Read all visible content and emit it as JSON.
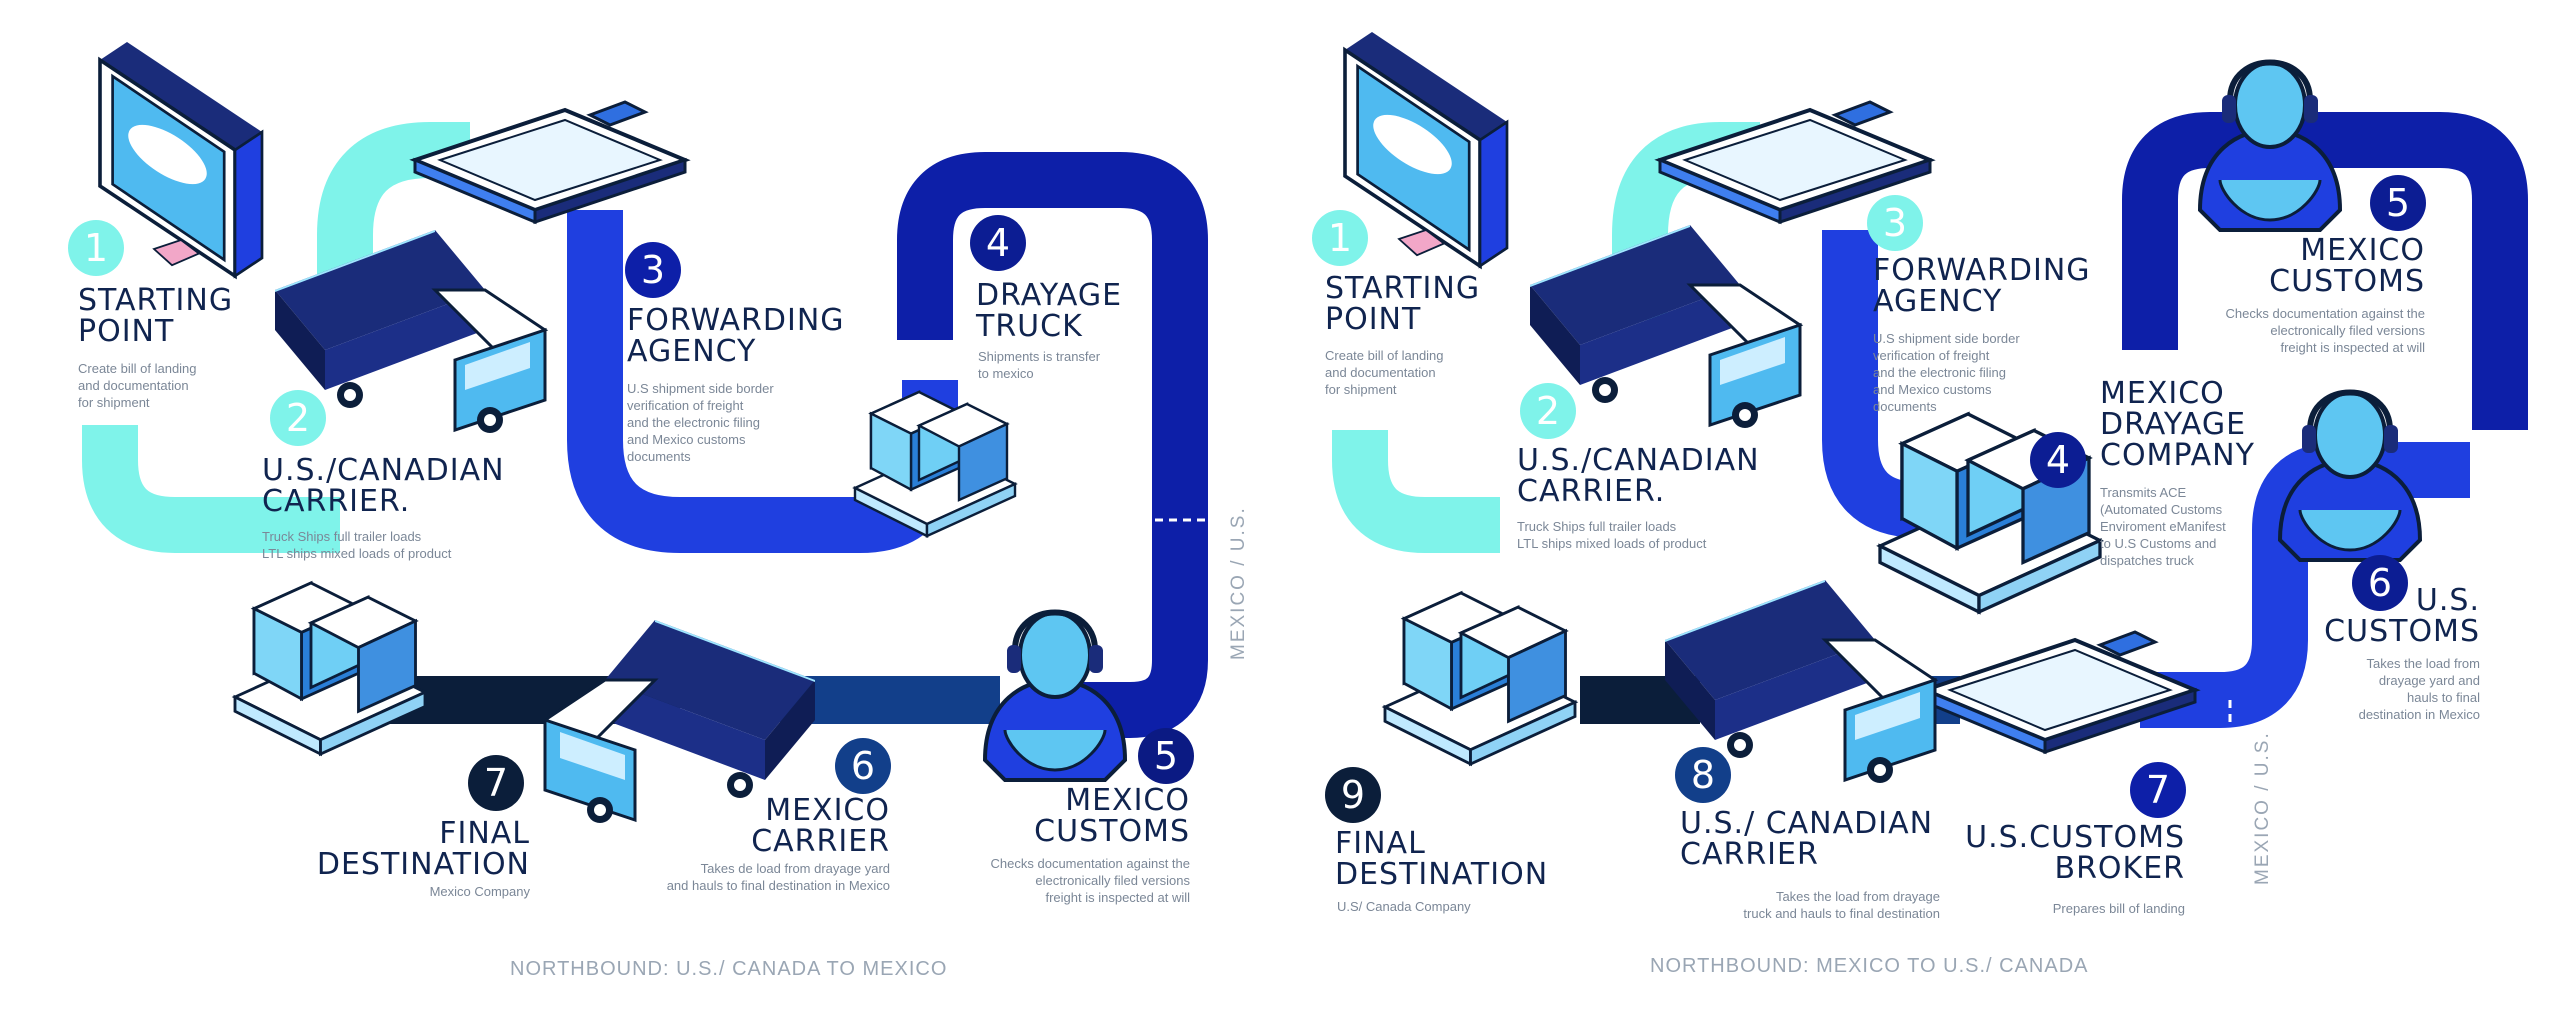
{
  "colors": {
    "mint": "#7ff3ea",
    "royal": "#1f3fe0",
    "navy": "#0d1fa8",
    "steel": "#123f8a",
    "midnight": "#0b1e3a",
    "title_text": "#10244f",
    "body_text": "#7b8797"
  },
  "left_diagram": {
    "caption": "NORTHBOUND: U.S./ CANADA TO MEXICO",
    "border_label": "MEXICO / U.S.",
    "steps": [
      {
        "number": "1",
        "title": "STARTING\nPOINT",
        "description": "Create bill of landing\nand documentation\nfor shipment",
        "icon": "computer-monitor-icon"
      },
      {
        "number": "2",
        "title": "U.S./CANADIAN\nCARRIER.",
        "description": "Truck Ships full trailer loads\nLTL ships mixed loads of product",
        "icon": "truck-icon"
      },
      {
        "number": "3",
        "title": "FORWARDING\nAGENCY",
        "description": "U.S shipment side border\nverification of freight\nand the electronic filing\nand Mexico customs\ndocuments",
        "icon": "clipboard-icon"
      },
      {
        "number": "4",
        "title": "DRAYAGE\nTRUCK",
        "description": "Shipments is transfer\nto mexico",
        "icon": "pallet-boxes-icon"
      },
      {
        "number": "5",
        "title": "MEXICO\nCUSTOMS",
        "description": "Checks documentation against the\nelectronically filed versions\nfreight is inspected at will",
        "icon": "customs-agent-icon"
      },
      {
        "number": "6",
        "title": "MEXICO\nCARRIER",
        "description": "Takes de load from drayage yard\nand hauls to final destination in Mexico",
        "icon": "truck-icon"
      },
      {
        "number": "7",
        "title": "FINAL\nDESTINATION",
        "description": "Mexico Company",
        "icon": "pallet-boxes-icon"
      }
    ]
  },
  "right_diagram": {
    "caption": "NORTHBOUND: MEXICO TO U.S./ CANADA",
    "border_label": "MEXICO / U.S.",
    "steps": [
      {
        "number": "1",
        "title": "STARTING\nPOINT",
        "description": "Create bill of landing\nand documentation\nfor shipment",
        "icon": "computer-monitor-icon"
      },
      {
        "number": "2",
        "title": "U.S./CANADIAN\nCARRIER.",
        "description": "Truck Ships full trailer loads\nLTL ships mixed loads of product",
        "icon": "truck-icon"
      },
      {
        "number": "3",
        "title": "FORWARDING\nAGENCY",
        "description": "U.S shipment side border\nverification of freight\nand the electronic filing\nand Mexico customs\ndocuments",
        "icon": "clipboard-icon"
      },
      {
        "number": "4",
        "title": "MEXICO\nDRAYAGE\nCOMPANY",
        "description": "Transmits ACE\n(Automated Customs\nEnviroment eManifest\nto U.S Customs and\ndispatches truck",
        "icon": "boxes-icon"
      },
      {
        "number": "5",
        "title": "MEXICO\nCUSTOMS",
        "description": "Checks documentation against the\nelectronically filed versions\nfreight is inspected at will",
        "icon": "customs-agent-icon"
      },
      {
        "number": "6",
        "title": "U.S.\nCUSTOMS",
        "description": "Takes the load from\ndrayage yard and\nhauls to final\ndestination in Mexico",
        "icon": "customs-agent-icon"
      },
      {
        "number": "7",
        "title": "U.S.CUSTOMS\nBROKER",
        "description": "Prepares bill of landing",
        "icon": "clipboard-icon"
      },
      {
        "number": "8",
        "title": "U.S./ CANADIAN\nCARRIER",
        "description": "Takes the load from drayage\ntruck and hauls to final destination",
        "icon": "truck-icon"
      },
      {
        "number": "9",
        "title": "FINAL\nDESTINATION",
        "description": "U.S/ Canada Company",
        "icon": "pallet-boxes-icon"
      }
    ]
  }
}
